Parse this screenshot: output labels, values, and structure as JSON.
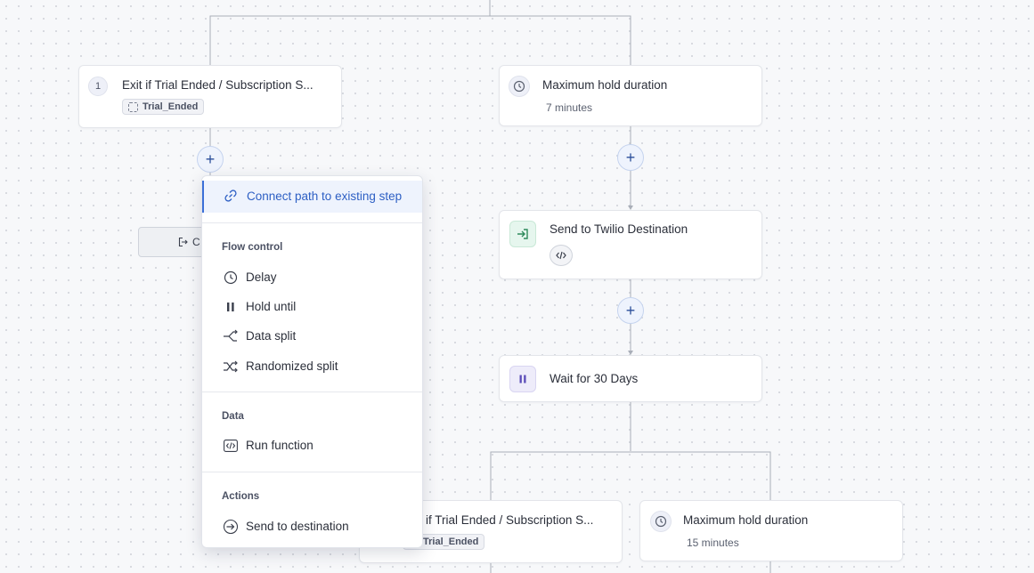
{
  "canvas": {
    "node_exit_1": {
      "step_number": "1",
      "title": "Exit if Trial Ended / Subscription S...",
      "badge": "Trial_Ended"
    },
    "node_hold_1": {
      "title": "Maximum hold duration",
      "subtitle": "7 minutes",
      "icon": "clock-icon"
    },
    "node_twilio": {
      "title": "Send to Twilio Destination",
      "icon": "send-destination-icon",
      "sub_icon": "code-icon"
    },
    "node_wait": {
      "title": "Wait for 30 Days",
      "icon": "pause-icon"
    },
    "node_exit_2": {
      "title": "if Trial Ended / Subscription S...",
      "badge": "Trial_Ended"
    },
    "node_hold_2": {
      "title": "Maximum hold duration",
      "subtitle": "15 minutes",
      "icon": "clock-icon"
    },
    "ghost_button": {
      "label": "C",
      "icon": "exit-icon"
    },
    "add_step_symbol": "+"
  },
  "menu": {
    "highlighted": {
      "label": "Connect path to existing step",
      "icon": "link-icon"
    },
    "sections": [
      {
        "title": "Flow control",
        "items": [
          {
            "label": "Delay",
            "icon": "clock-icon"
          },
          {
            "label": "Hold until",
            "icon": "pause-icon"
          },
          {
            "label": "Data split",
            "icon": "split-icon"
          },
          {
            "label": "Randomized split",
            "icon": "shuffle-icon"
          }
        ]
      },
      {
        "title": "Data",
        "items": [
          {
            "label": "Run function",
            "icon": "code-icon"
          }
        ]
      },
      {
        "title": "Actions",
        "items": [
          {
            "label": "Send to destination",
            "icon": "send-destination-icon"
          }
        ]
      }
    ]
  },
  "colors": {
    "accent": "#2d5fc4",
    "wire": "#a9aeb8",
    "highlight_bg": "#eef3fd"
  }
}
